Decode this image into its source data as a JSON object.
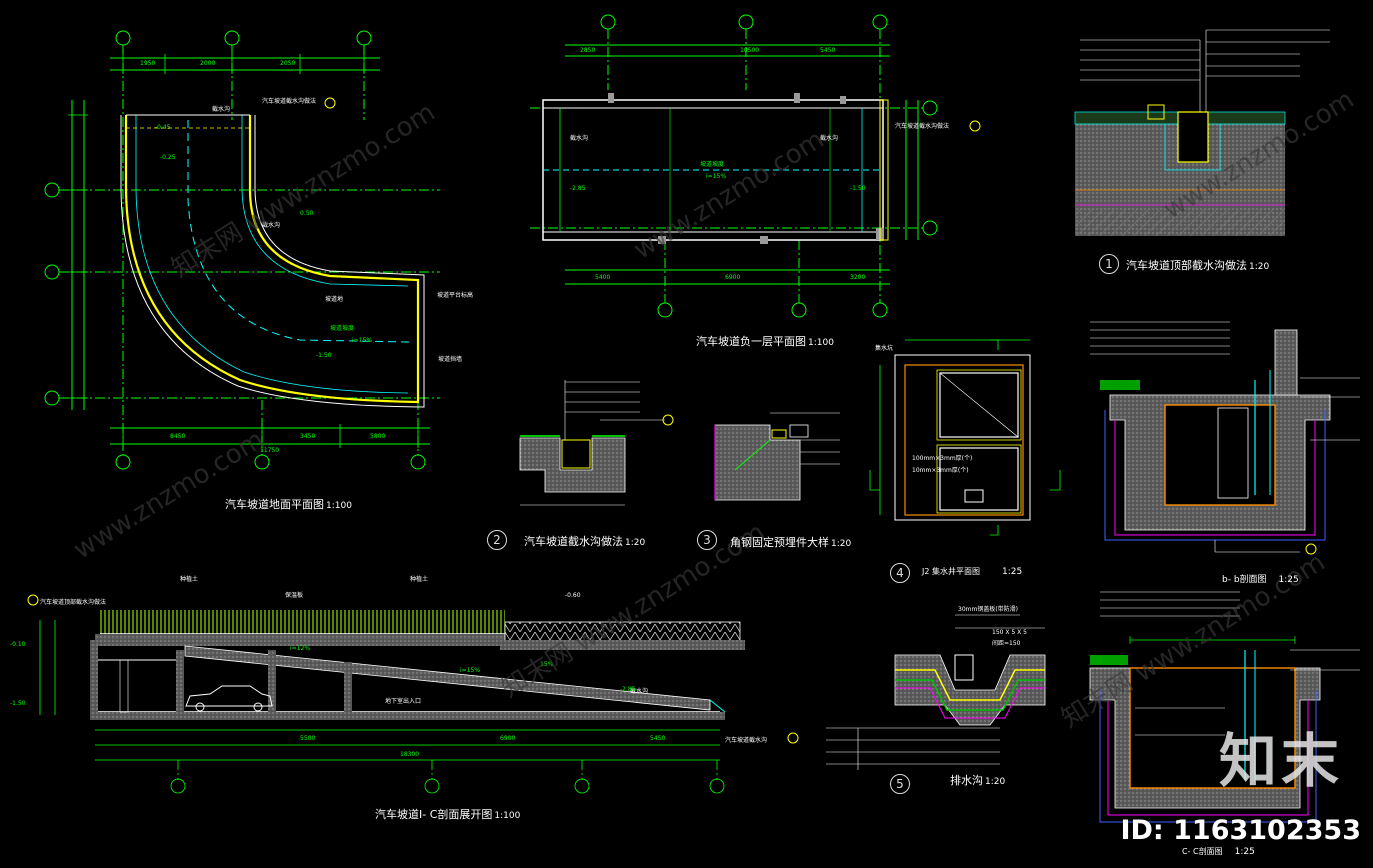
{
  "titles": {
    "ramp_plan": "汽车坡道地面平面图",
    "ramp_plan_scale": "1:100",
    "basement_plan": "汽车坡道负一层平面图",
    "basement_plan_scale": "1:100",
    "section": "汽车坡道I- C剖面展开图",
    "section_scale": "1:100",
    "detail_1": "汽车坡道顶部截水沟做法",
    "detail_1_scale": "1:20",
    "detail_2": "汽车坡道截水沟做法",
    "detail_2_scale": "1:20",
    "detail_3": "角钢固定预埋件大样",
    "detail_3_scale": "1:20",
    "detail_4": "J2 集水井平面图",
    "detail_4_scale": "1:25",
    "detail_5": "排水沟",
    "detail_5_scale": "1:20",
    "bb": "b- b剖面图",
    "bb_scale": "1:25",
    "cc": "C- C剖面图",
    "cc_scale": "1:25"
  },
  "detail_numbers": [
    "1",
    "2",
    "3",
    "4",
    "5"
  ],
  "watermarks": [
    "知末网 www.znzmo.com",
    "www.znzmo.com",
    "www.znzmo.com",
    "知末网 www.znzmo.com",
    "www.znzmo.com",
    "知末网 www.znzmo.com"
  ],
  "brand": "知末",
  "id_label": "ID: 1163102353",
  "colors": {
    "background": "#000000",
    "grid_axis": "#00ff00",
    "wall": "#ffff00",
    "outline": "#ffffff",
    "dim": "#00ff00",
    "section_fill": "#7a7a7a",
    "hatch": "#00c000",
    "waterproof": "#ff00ff",
    "cyan": "#00ffff",
    "orange": "#ff8c00",
    "blue": "#4060ff"
  }
}
